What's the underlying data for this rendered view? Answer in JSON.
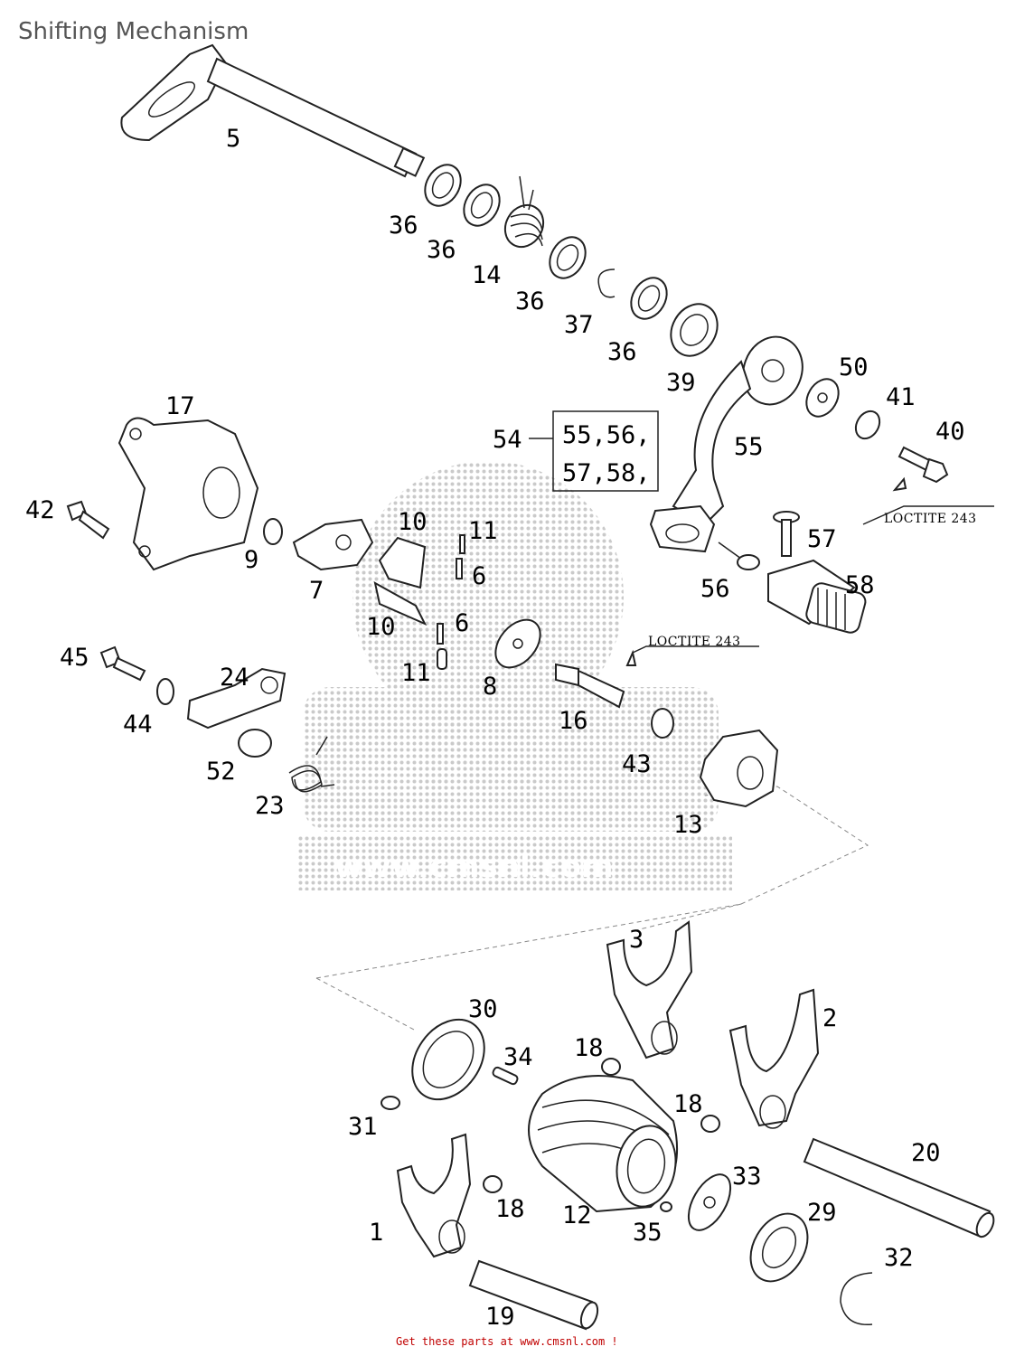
{
  "title": "Shifting Mechanism",
  "footer": "Get these parts at www.cmsnl.com  !",
  "watermark": {
    "text": "CMS",
    "url": "www.cmsnl.com"
  },
  "group_box": {
    "ref": "54",
    "line1": "55,56,",
    "line2": "57,58,"
  },
  "notes": [
    "LOCTITE 243",
    "LOCTITE 243"
  ],
  "callouts": [
    "5",
    "36",
    "36",
    "14",
    "36",
    "37",
    "36",
    "39",
    "50",
    "41",
    "40",
    "55",
    "17",
    "42",
    "9",
    "7",
    "10",
    "11",
    "6",
    "10",
    "6",
    "11",
    "8",
    "57",
    "56",
    "58",
    "45",
    "44",
    "24",
    "52",
    "23",
    "16",
    "43",
    "13",
    "3",
    "2",
    "30",
    "34",
    "18",
    "18",
    "31",
    "12",
    "33",
    "20",
    "18",
    "1",
    "35",
    "29",
    "32",
    "19"
  ],
  "colors": {
    "title": "#555555",
    "footer": "#c00000",
    "line": "#222222",
    "watermark": "#bbbbbb"
  }
}
